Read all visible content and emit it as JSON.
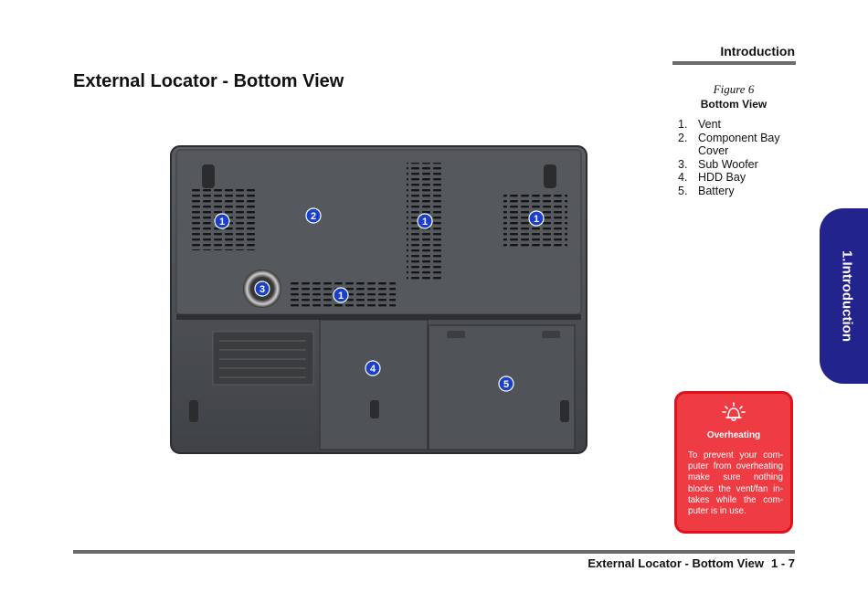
{
  "header": {
    "section_title": "Introduction"
  },
  "page_title": "External Locator - Bottom View",
  "figure": {
    "number": "Figure 6",
    "name": "Bottom View",
    "legend": [
      {
        "num": "1.",
        "label": "Vent"
      },
      {
        "num": "2.",
        "label": "Component Bay Cover"
      },
      {
        "num": "3.",
        "label": "Sub Woofer"
      },
      {
        "num": "4.",
        "label": "HDD Bay"
      },
      {
        "num": "5.",
        "label": "Battery"
      }
    ],
    "callouts": [
      "1",
      "2",
      "1",
      "1",
      "3",
      "1",
      "4",
      "5"
    ]
  },
  "side_tab": {
    "label": "1.Introduction"
  },
  "warning": {
    "title": "Overheating",
    "text": "To prevent your com-puter from overheating make sure nothing blocks the vent/fan in-takes while the com-puter is in use."
  },
  "footer": {
    "text": "External Locator - Bottom View",
    "page": "1 - 7"
  },
  "colors": {
    "tab": "#23238e",
    "warning_bg": "#ef3b44",
    "callout": "#1a3fc8"
  }
}
